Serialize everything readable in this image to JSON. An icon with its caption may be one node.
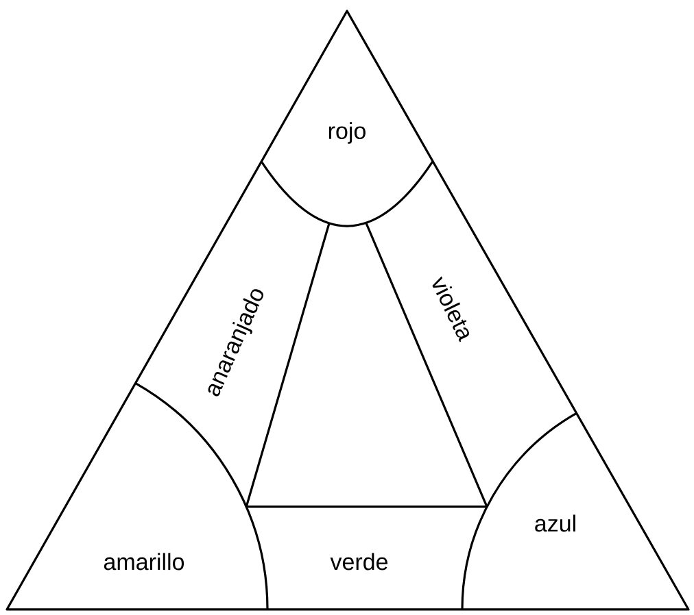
{
  "diagram": {
    "nodes": [
      {
        "text": [
          "rojo"
        ]
      },
      {
        "text": [
          "anaranjado"
        ]
      },
      {
        "text": [
          "violeta"
        ]
      },
      {
        "text": [
          "amarillo"
        ]
      },
      {
        "text": [
          "verde"
        ]
      },
      {
        "text": [
          "azul"
        ]
      }
    ]
  }
}
